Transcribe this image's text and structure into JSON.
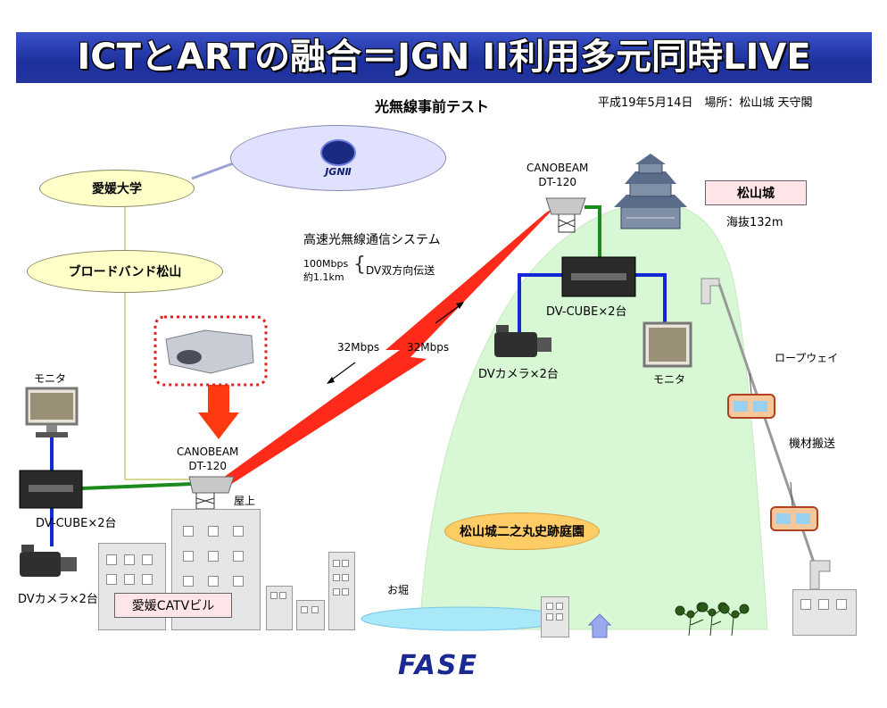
{
  "title": "ICTとARTの融合＝JGN II利用多元同時LIVE",
  "subtitle": "光無線事前テスト",
  "date_place": "平成19年5月14日　場所：松山城 天守閣",
  "nodes": {
    "jgn_logo": "JGNⅡ",
    "ehime_univ": "愛媛大学",
    "broadband": "ブロードバンド松山",
    "castle": "松山城",
    "altitude": "海抜132m",
    "ninomaru": "松山城二之丸史跡庭園",
    "catv": "愛媛CATVビル",
    "rooftop": "屋上",
    "moat": "お堀",
    "ropeway": "ロープウェイ",
    "transport": "機材搬送"
  },
  "equipment": {
    "canobeam_left": [
      "CANOBEAM",
      "DT-120"
    ],
    "canobeam_right": [
      "CANOBEAM",
      "DT-120"
    ],
    "monitor_left": "モニタ",
    "monitor_right": "モニタ",
    "dvcube_left": "DV-CUBE×2台",
    "dvcube_right": "DV-CUBE×2台",
    "camera_left": "DVカメラ×2台",
    "camera_right": "DVカメラ×2台"
  },
  "link": {
    "system": "高速光無線通信システム",
    "spec_speed": "100Mbps",
    "spec_dist": "約1.1km",
    "spec_desc": "DV双方向伝送",
    "rate_down": "32Mbps",
    "rate_up": "32Mbps"
  },
  "footer_logo": "FASE",
  "colors": {
    "banner": "#23359f",
    "hill": "#d8f7d4",
    "ellipse": "#ffffc8",
    "beam": "#ff2a1a",
    "blue_link": "#1428d8",
    "green_link": "#1c8a1c",
    "catv_label_bg": "#ffe4e8",
    "ninomaru_bg": "#ffcc66"
  }
}
